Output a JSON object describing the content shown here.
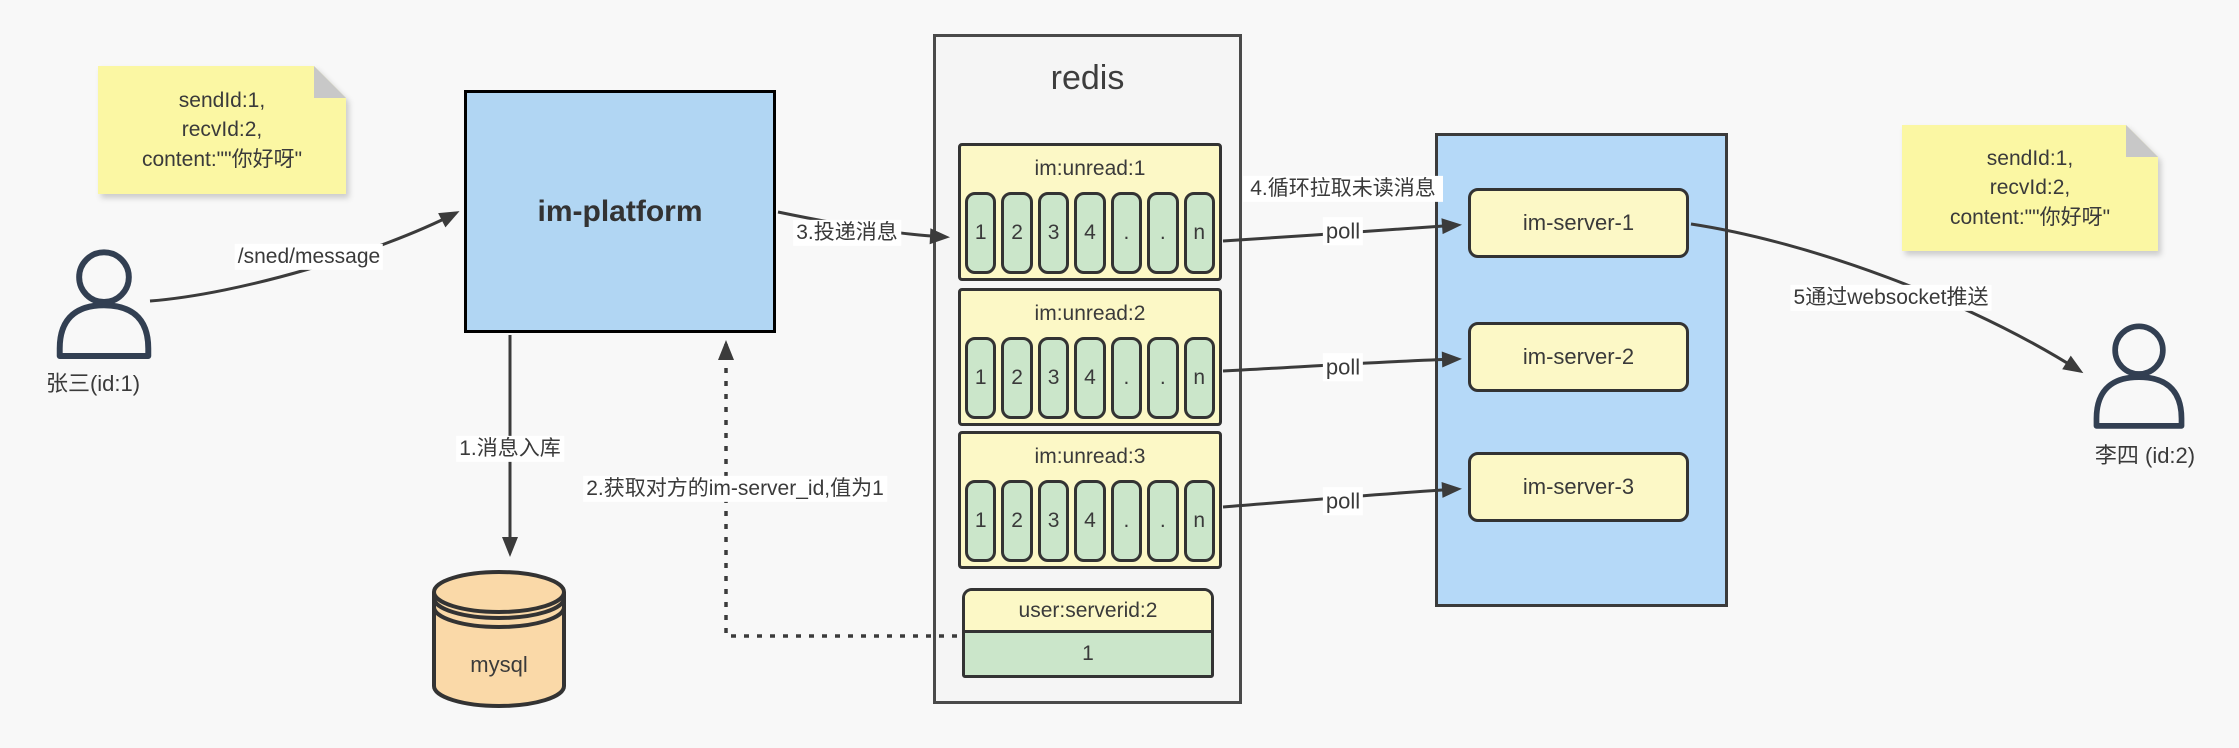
{
  "notes": {
    "left": {
      "lines": [
        "sendId:1,",
        "recvId:2,",
        "content:\"\"你好呀\""
      ]
    },
    "right": {
      "lines": [
        "sendId:1,",
        "recvId:2,",
        "content:\"\"你好呀\""
      ]
    }
  },
  "actors": {
    "sender": {
      "label": "张三(id:1)"
    },
    "receiver": {
      "label": "李四 (id:2)"
    }
  },
  "platform": {
    "label": "im-platform"
  },
  "database": {
    "label": "mysql"
  },
  "redis": {
    "title": "redis",
    "queues": [
      {
        "label": "im:unread:1",
        "cells": [
          "1",
          "2",
          "3",
          "4",
          ".",
          ".",
          "n"
        ]
      },
      {
        "label": "im:unread:2",
        "cells": [
          "1",
          "2",
          "3",
          "4",
          ".",
          ".",
          "n"
        ]
      },
      {
        "label": "im:unread:3",
        "cells": [
          "1",
          "2",
          "3",
          "4",
          ".",
          ".",
          "n"
        ]
      }
    ],
    "server_map": {
      "label": "user:serverid:2",
      "value": "1"
    }
  },
  "server_cluster": {
    "servers": [
      {
        "label": "im-server-1"
      },
      {
        "label": "im-server-2"
      },
      {
        "label": "im-server-3"
      }
    ]
  },
  "edge_labels": {
    "send_message": "/sned/message",
    "step1": "1.消息入库",
    "step2": "2.获取对方的im-server_id,值为1",
    "step3": "3.投递消息",
    "step4": "4.循环拉取未读消息",
    "step5": "5通过websocket推送",
    "poll1": "poll",
    "poll2": "poll",
    "poll3": "poll"
  },
  "colors": {
    "canvas-bg": "#f8f8f8",
    "note-yellow": "#fbf7a3",
    "note-fold": "#c8c8c8",
    "platform-blue": "#b1d6f3",
    "cluster-blue": "#b5d9f8",
    "queue-yellow": "#fcf8c6",
    "cell-green": "#cbe6ca",
    "redis-bg": "#f5f5f5",
    "server-yellow": "#fcf8c6",
    "db-peach": "#fad9a8",
    "stroke-dark": "#3b3b3b",
    "person-navy": "#323f52"
  }
}
